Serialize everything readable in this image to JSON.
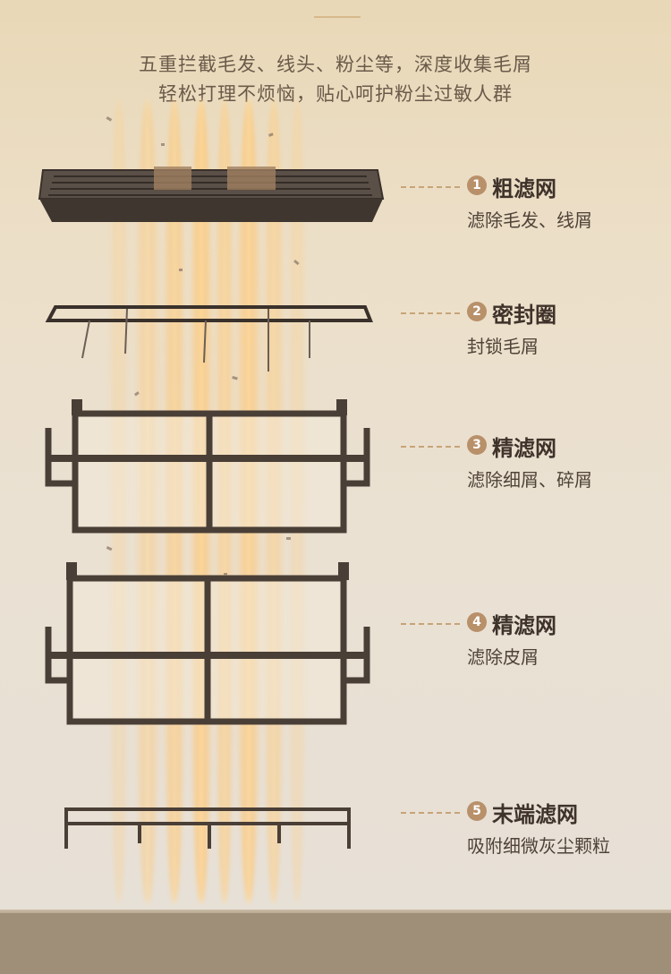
{
  "headline": {
    "line1": "五重拦截毛发、线头、粉尘等，深度收集毛屑",
    "line2": "轻松打理不烦恼，贴心呵护粉尘过敏人群"
  },
  "filters": [
    {
      "num": "1",
      "title": "粗滤网",
      "desc": "滤除毛发、线屑"
    },
    {
      "num": "2",
      "title": "密封圈",
      "desc": "封锁毛屑"
    },
    {
      "num": "3",
      "title": "精滤网",
      "desc": "滤除细屑、碎屑"
    },
    {
      "num": "4",
      "title": "精滤网",
      "desc": "滤除皮屑"
    },
    {
      "num": "5",
      "title": "末端滤网",
      "desc": "吸附细微灰尘颗粒"
    }
  ],
  "colors": {
    "accent": "#b8906a",
    "frame": "#4a3f36",
    "text": "#3e322a",
    "beam": "#ffc46e"
  }
}
